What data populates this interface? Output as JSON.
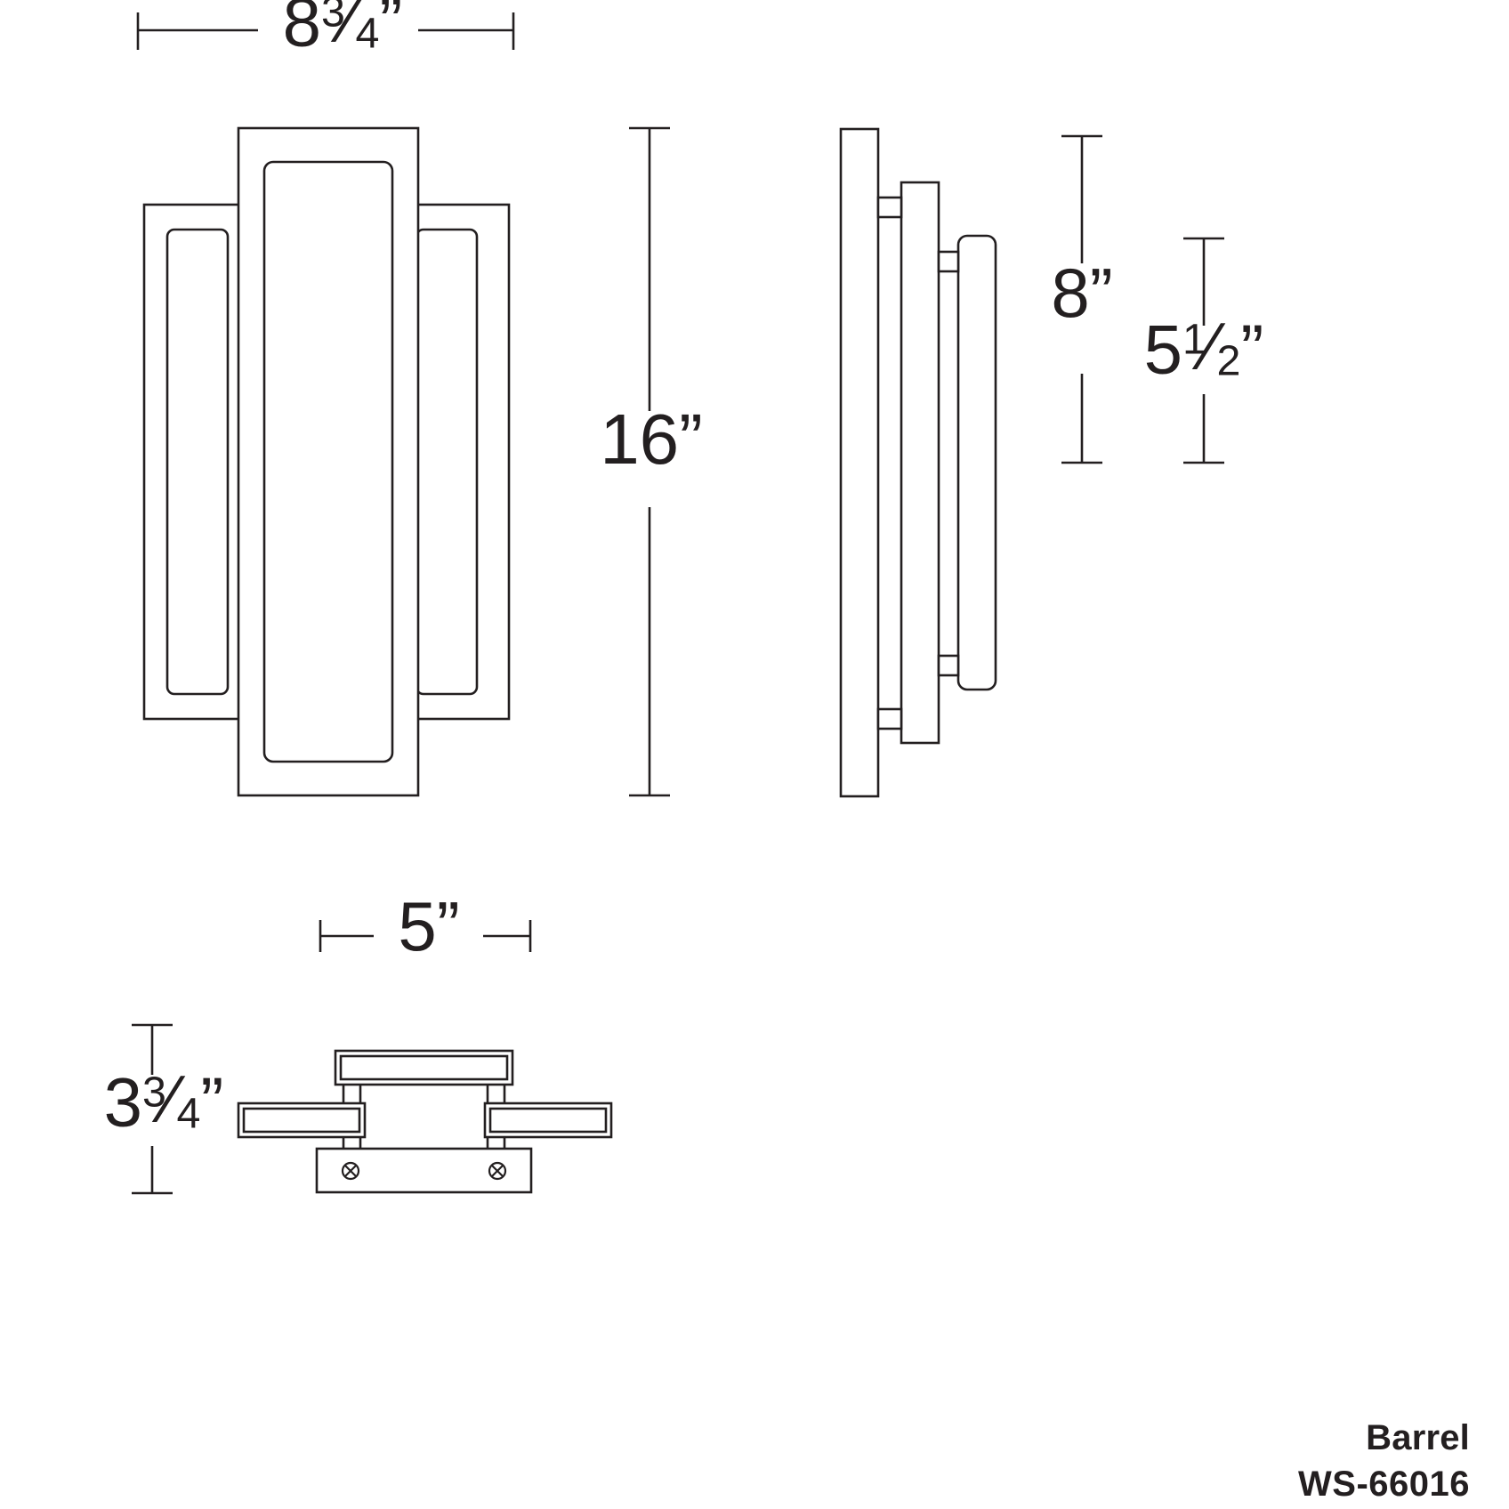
{
  "sheet": {
    "kind": "dimensional-line-drawing",
    "background_color": "#ffffff",
    "line_color": "#231f20",
    "views": [
      {
        "name": "front-elevation",
        "label": ""
      },
      {
        "name": "side-elevation",
        "label": ""
      },
      {
        "name": "top-plan",
        "label": ""
      }
    ]
  },
  "dimensions": {
    "front_width": {
      "whole": "8",
      "num": "3",
      "den": "4",
      "unit": "”",
      "plain": "8¾”",
      "orientation": "horizontal",
      "view": "front-elevation"
    },
    "front_height": {
      "whole": "16",
      "num": "",
      "den": "",
      "unit": "”",
      "plain": "16”",
      "orientation": "vertical",
      "view": "front-elevation"
    },
    "side_upper": {
      "whole": "8",
      "num": "",
      "den": "",
      "unit": "”",
      "plain": "8”",
      "orientation": "vertical",
      "view": "side-elevation"
    },
    "side_lower": {
      "whole": "5",
      "num": "1",
      "den": "2",
      "unit": "”",
      "plain": "5½”",
      "orientation": "vertical",
      "view": "side-elevation"
    },
    "plan_width": {
      "whole": "5",
      "num": "",
      "den": "",
      "unit": "”",
      "plain": "5”",
      "orientation": "horizontal",
      "view": "top-plan"
    },
    "plan_depth": {
      "whole": "3",
      "num": "3",
      "den": "4",
      "unit": "”",
      "plain": "3¾”",
      "orientation": "vertical",
      "view": "top-plan"
    }
  },
  "product": {
    "name": "Barrel",
    "sku": "WS-66016"
  }
}
